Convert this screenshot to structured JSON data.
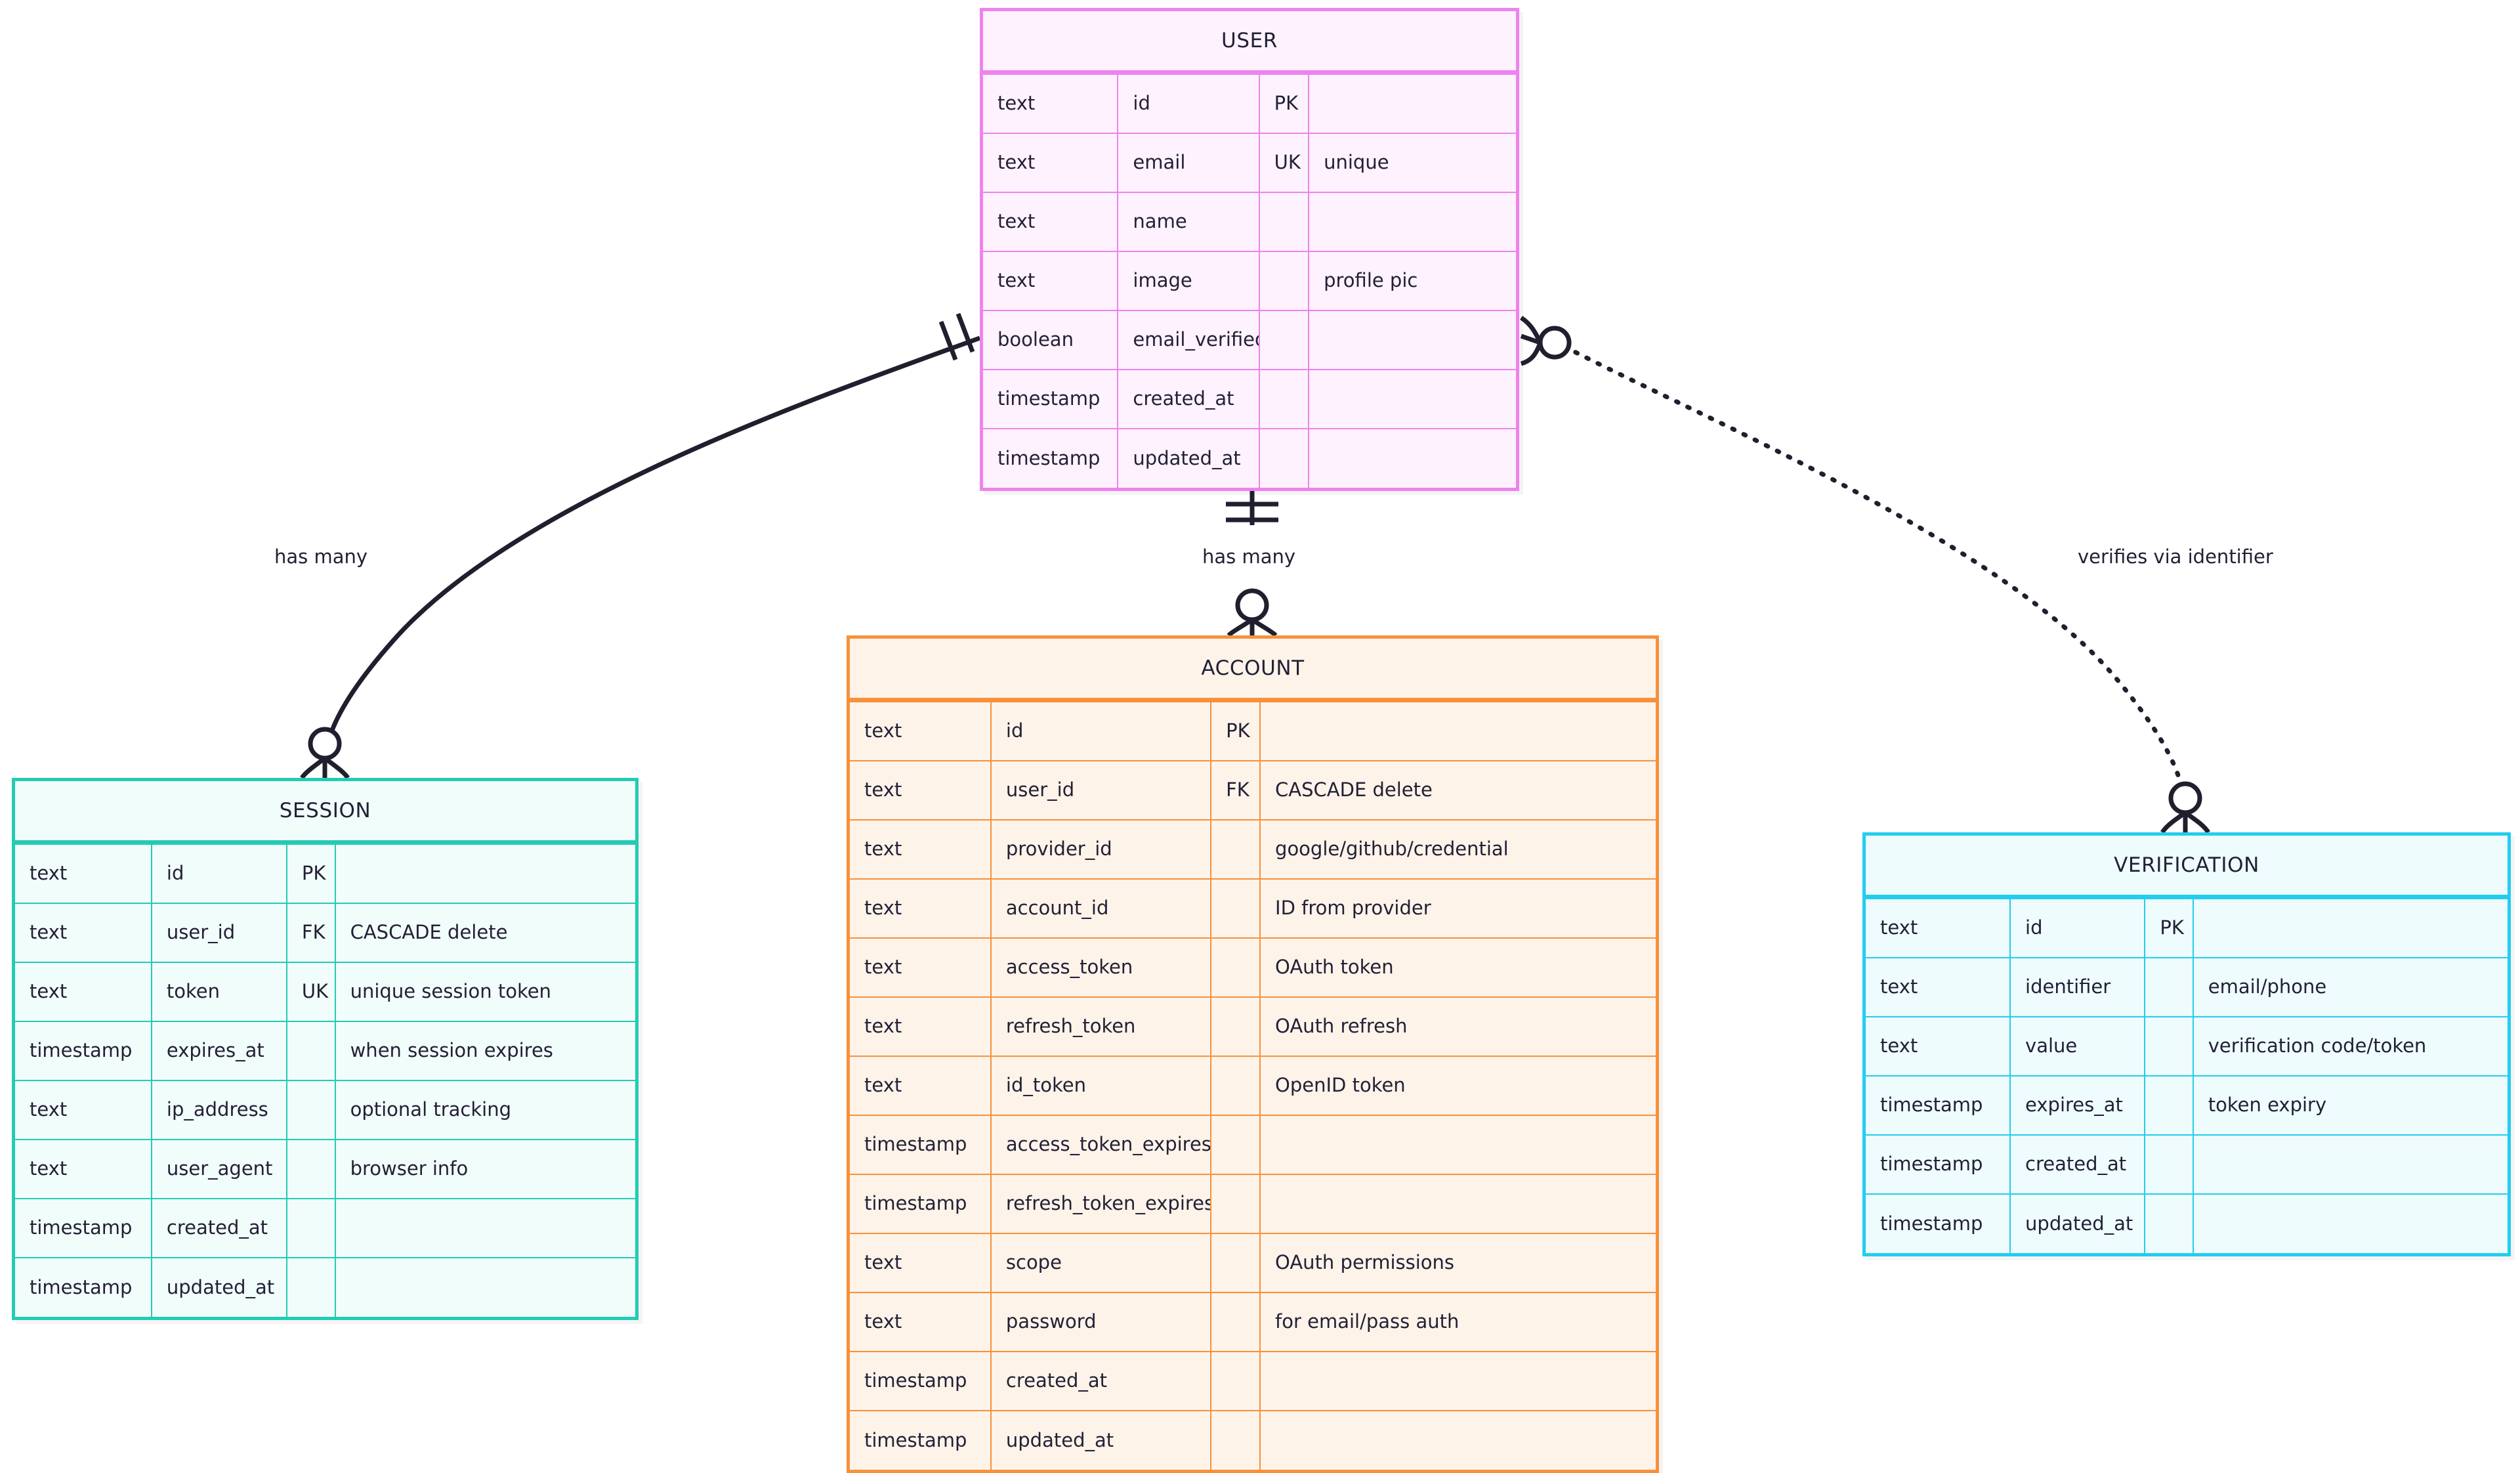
{
  "diagram": {
    "type": "entity-relationship-diagram",
    "background": "#ffffff",
    "text_color": "#232036"
  },
  "entities": [
    {
      "name": "USER",
      "key": "user",
      "accent": "#ee82ee",
      "fill": "#fdf2fd",
      "columns": [
        "type",
        "attribute",
        "key",
        "comment"
      ],
      "rows": [
        {
          "type": "text",
          "attribute": "id",
          "key": "PK",
          "comment": ""
        },
        {
          "type": "text",
          "attribute": "email",
          "key": "UK",
          "comment": "unique"
        },
        {
          "type": "text",
          "attribute": "name",
          "key": "",
          "comment": ""
        },
        {
          "type": "text",
          "attribute": "image",
          "key": "",
          "comment": "profile pic"
        },
        {
          "type": "boolean",
          "attribute": "email_verified",
          "key": "",
          "comment": ""
        },
        {
          "type": "timestamp",
          "attribute": "created_at",
          "key": "",
          "comment": ""
        },
        {
          "type": "timestamp",
          "attribute": "updated_at",
          "key": "",
          "comment": ""
        }
      ]
    },
    {
      "name": "SESSION",
      "key": "session",
      "accent": "#23cbb5",
      "fill": "#f1fdfa",
      "columns": [
        "type",
        "attribute",
        "key",
        "comment"
      ],
      "rows": [
        {
          "type": "text",
          "attribute": "id",
          "key": "PK",
          "comment": ""
        },
        {
          "type": "text",
          "attribute": "user_id",
          "key": "FK",
          "comment": "CASCADE delete"
        },
        {
          "type": "text",
          "attribute": "token",
          "key": "UK",
          "comment": "unique session token"
        },
        {
          "type": "timestamp",
          "attribute": "expires_at",
          "key": "",
          "comment": "when session expires"
        },
        {
          "type": "text",
          "attribute": "ip_address",
          "key": "",
          "comment": "optional tracking"
        },
        {
          "type": "text",
          "attribute": "user_agent",
          "key": "",
          "comment": "browser info"
        },
        {
          "type": "timestamp",
          "attribute": "created_at",
          "key": "",
          "comment": ""
        },
        {
          "type": "timestamp",
          "attribute": "updated_at",
          "key": "",
          "comment": ""
        }
      ]
    },
    {
      "name": "ACCOUNT",
      "key": "account",
      "accent": "#f7913b",
      "fill": "#fdf3e9",
      "columns": [
        "type",
        "attribute",
        "key",
        "comment"
      ],
      "rows": [
        {
          "type": "text",
          "attribute": "id",
          "key": "PK",
          "comment": ""
        },
        {
          "type": "text",
          "attribute": "user_id",
          "key": "FK",
          "comment": "CASCADE delete"
        },
        {
          "type": "text",
          "attribute": "provider_id",
          "key": "",
          "comment": "google/github/credential"
        },
        {
          "type": "text",
          "attribute": "account_id",
          "key": "",
          "comment": "ID from provider"
        },
        {
          "type": "text",
          "attribute": "access_token",
          "key": "",
          "comment": "OAuth token"
        },
        {
          "type": "text",
          "attribute": "refresh_token",
          "key": "",
          "comment": "OAuth refresh"
        },
        {
          "type": "text",
          "attribute": "id_token",
          "key": "",
          "comment": "OpenID token"
        },
        {
          "type": "timestamp",
          "attribute": "access_token_expires_at",
          "key": "",
          "comment": ""
        },
        {
          "type": "timestamp",
          "attribute": "refresh_token_expires_at",
          "key": "",
          "comment": ""
        },
        {
          "type": "text",
          "attribute": "scope",
          "key": "",
          "comment": "OAuth permissions"
        },
        {
          "type": "text",
          "attribute": "password",
          "key": "",
          "comment": "for email/pass auth"
        },
        {
          "type": "timestamp",
          "attribute": "created_at",
          "key": "",
          "comment": ""
        },
        {
          "type": "timestamp",
          "attribute": "updated_at",
          "key": "",
          "comment": ""
        }
      ]
    },
    {
      "name": "VERIFICATION",
      "key": "verification",
      "accent": "#22cdee",
      "fill": "#eefcfe",
      "columns": [
        "type",
        "attribute",
        "key",
        "comment"
      ],
      "rows": [
        {
          "type": "text",
          "attribute": "id",
          "key": "PK",
          "comment": ""
        },
        {
          "type": "text",
          "attribute": "identifier",
          "key": "",
          "comment": "email/phone"
        },
        {
          "type": "text",
          "attribute": "value",
          "key": "",
          "comment": "verification code/token"
        },
        {
          "type": "timestamp",
          "attribute": "expires_at",
          "key": "",
          "comment": "token expiry"
        },
        {
          "type": "timestamp",
          "attribute": "created_at",
          "key": "",
          "comment": ""
        },
        {
          "type": "timestamp",
          "attribute": "updated_at",
          "key": "",
          "comment": ""
        }
      ]
    }
  ],
  "relationships": [
    {
      "id": "user-session",
      "from": "USER",
      "to": "SESSION",
      "label": "has many",
      "from_cardinality": "exactly-one",
      "to_cardinality": "zero-or-many",
      "line_style": "solid"
    },
    {
      "id": "user-account",
      "from": "USER",
      "to": "ACCOUNT",
      "label": "has many",
      "from_cardinality": "exactly-one",
      "to_cardinality": "zero-or-many",
      "line_style": "solid"
    },
    {
      "id": "user-verification",
      "from": "USER",
      "to": "VERIFICATION",
      "label": "verifies via identifier",
      "from_cardinality": "zero-or-many",
      "to_cardinality": "zero-or-many",
      "line_style": "dotted"
    }
  ]
}
